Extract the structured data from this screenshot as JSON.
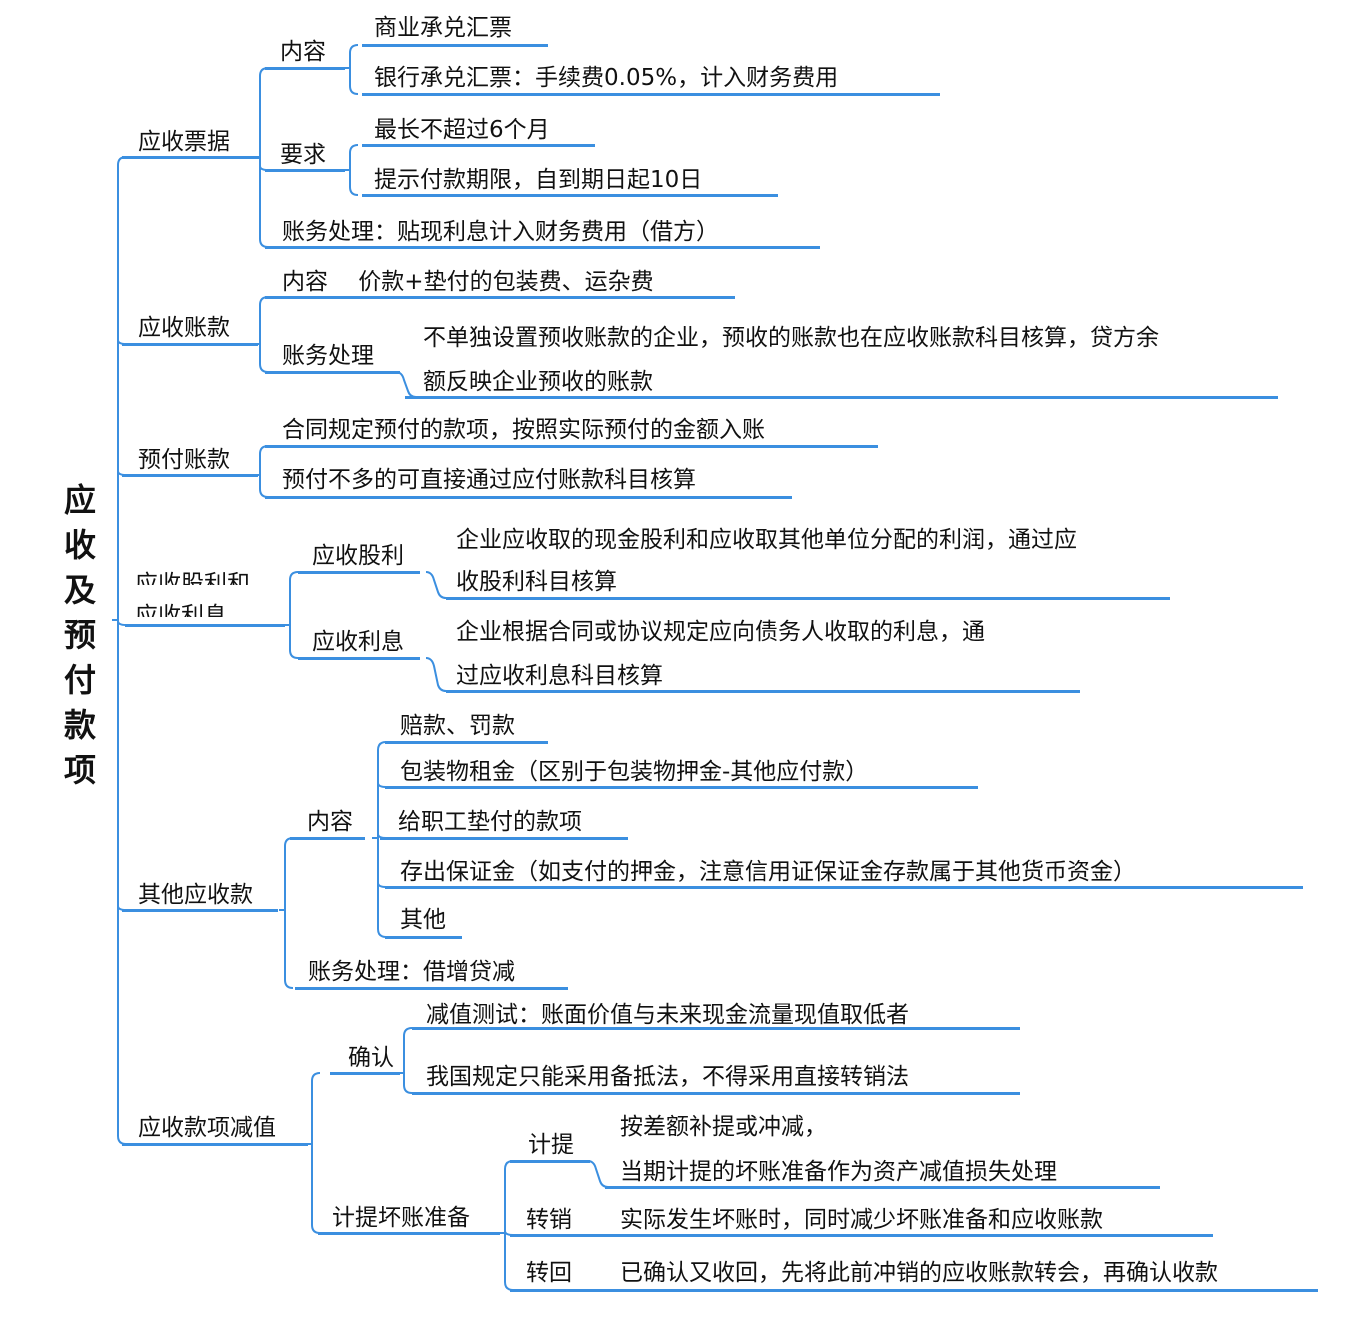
{
  "root": "应收及预付款项",
  "line_color": "#3b8fe0",
  "notes_receivable": {
    "label": "应收票据",
    "content": {
      "label": "内容",
      "items": [
        "商业承兑汇票",
        "银行承兑汇票：手续费0.05%，计入财务费用"
      ]
    },
    "requirement": {
      "label": "要求",
      "items": [
        "最长不超过6个月",
        "提示付款期限，自到期日起10日"
      ]
    },
    "accounting": "账务处理：贴现利息计入财务费用（借方）"
  },
  "accounts_receivable": {
    "label": "应收账款",
    "content": "内容　 价款+垫付的包装费、运杂费",
    "accounting": {
      "label": "账务处理",
      "text_line1": "不单独设置预收账款的企业，预收的账款也在应收账款科目核算，贷方余",
      "text_line2": "额反映企业预收的账款"
    }
  },
  "prepayments": {
    "label": "预付账款",
    "items": [
      "合同规定预付的款项，按照实际预付的金额入账",
      "预付不多的可直接通过应付账款科目核算"
    ]
  },
  "dividends_interest": {
    "label_line1": "应收股利和",
    "label_line2": "应收利息",
    "dividends": {
      "label": "应收股利",
      "text_line1": "企业应收取的现金股利和应收取其他单位分配的利润，通过应",
      "text_line2": "收股利科目核算"
    },
    "interest": {
      "label": "应收利息",
      "text_line1": "企业根据合同或协议规定应向债务人收取的利息，通",
      "text_line2": "过应收利息科目核算"
    }
  },
  "other_receivables": {
    "label": "其他应收款",
    "content": {
      "label": "内容",
      "items": [
        "赔款、罚款",
        "包装物租金（区别于包装物押金-其他应付款）",
        "给职工垫付的款项",
        "存出保证金（如支付的押金，注意信用证保证金存款属于其他货币资金）",
        "其他"
      ]
    },
    "accounting": "账务处理：借增贷减"
  },
  "impairment": {
    "label": "应收款项减值",
    "recognition": {
      "label": "确认",
      "items": [
        "减值测试：账面价值与未来现金流量现值取低者",
        "我国规定只能采用备抵法，不得采用直接转销法"
      ]
    },
    "bad_debt": {
      "label": "计提坏账准备",
      "provision": {
        "label": "计提",
        "text_line1": "按差额补提或冲减，",
        "text_line2": "当期计提的坏账准备作为资产减值损失处理"
      },
      "writeoff": {
        "label": "转销",
        "text": "实际发生坏账时，同时减少坏账准备和应收账款"
      },
      "recovery": {
        "label": "转回",
        "text": "已确认又收回，先将此前冲销的应收账款转会，再确认收款"
      }
    }
  }
}
